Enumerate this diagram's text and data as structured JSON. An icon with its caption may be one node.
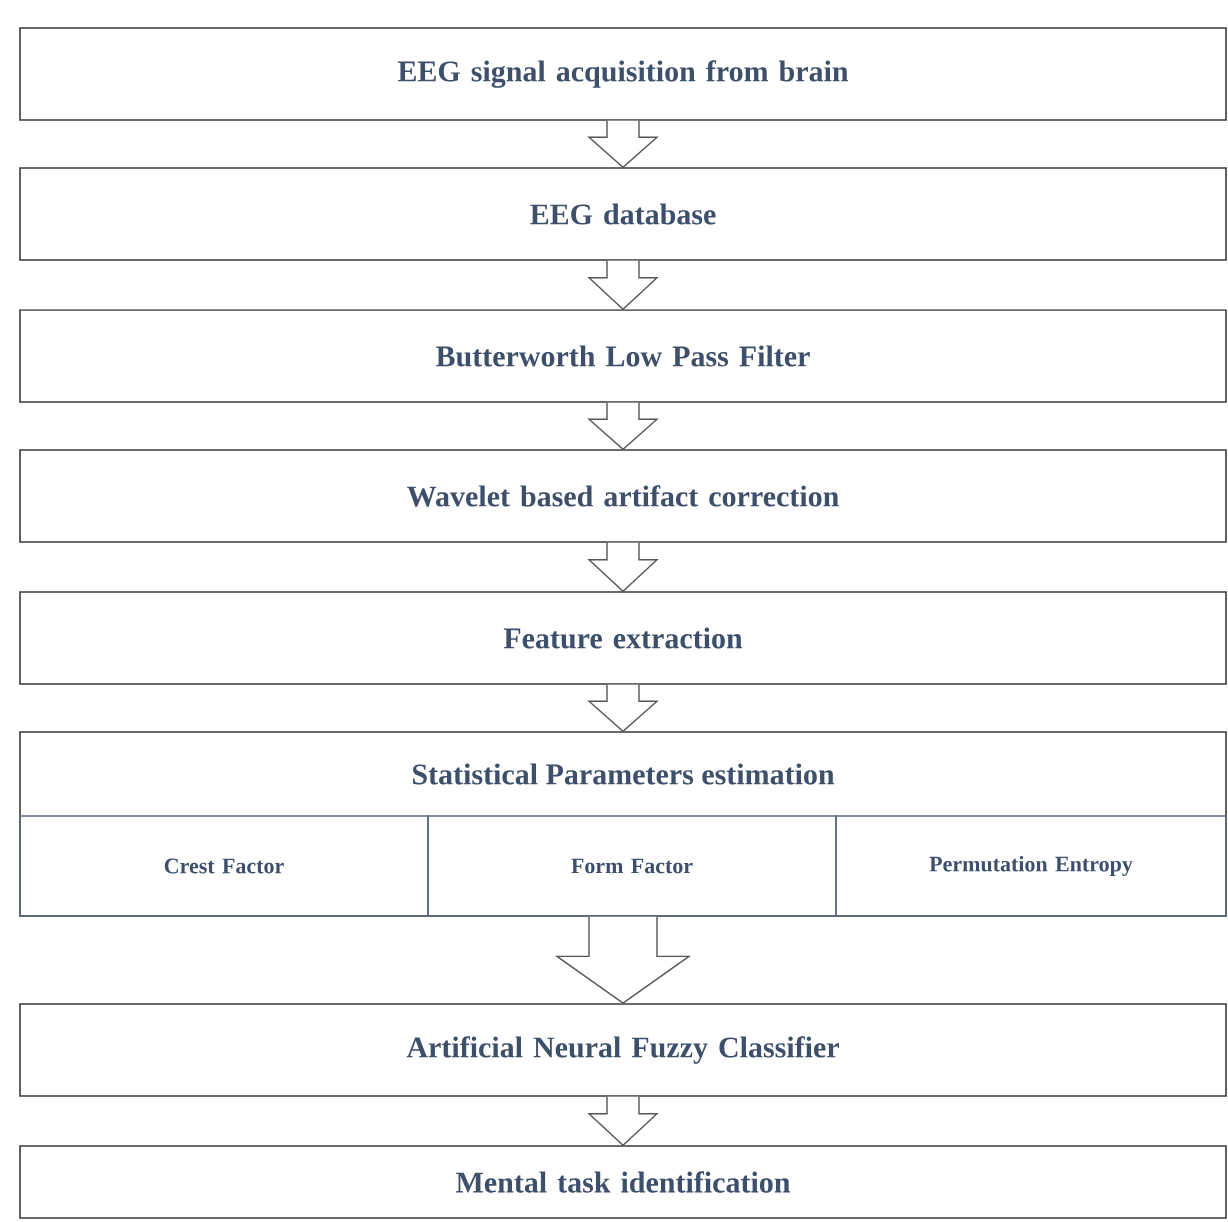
{
  "diagram": {
    "nodes": [
      {
        "text": [
          "EEG signal acquisition from brain"
        ]
      },
      {
        "text": [
          "EEG database"
        ]
      },
      {
        "text": [
          "Butterworth Low Pass Filter"
        ]
      },
      {
        "text": [
          "Wavelet based artifact correction"
        ]
      },
      {
        "text": [
          "Feature extraction"
        ]
      },
      {
        "text": [
          "Statistical Parameters estimation"
        ]
      },
      {
        "text": [
          "Crest Factor"
        ],
        "in": 5
      },
      {
        "text": [
          "Form Factor"
        ],
        "in": 5
      },
      {
        "text": [
          "Permutation Entropy"
        ],
        "in": 5
      },
      {
        "text": [
          "Artificial Neural Fuzzy Classifier"
        ]
      },
      {
        "text": [
          "Mental task identification"
        ]
      }
    ],
    "edges": [
      {
        "from": 0,
        "to": 1,
        "arrow": "to"
      },
      {
        "from": 1,
        "to": 2,
        "arrow": "to"
      },
      {
        "from": 2,
        "to": 3,
        "arrow": "to"
      },
      {
        "from": 3,
        "to": 4,
        "arrow": "to"
      },
      {
        "from": 4,
        "to": 5,
        "arrow": "to"
      },
      {
        "from": 5,
        "to": 9,
        "arrow": "to",
        "style": "thick"
      },
      {
        "from": 9,
        "to": 10,
        "arrow": "to"
      }
    ]
  }
}
